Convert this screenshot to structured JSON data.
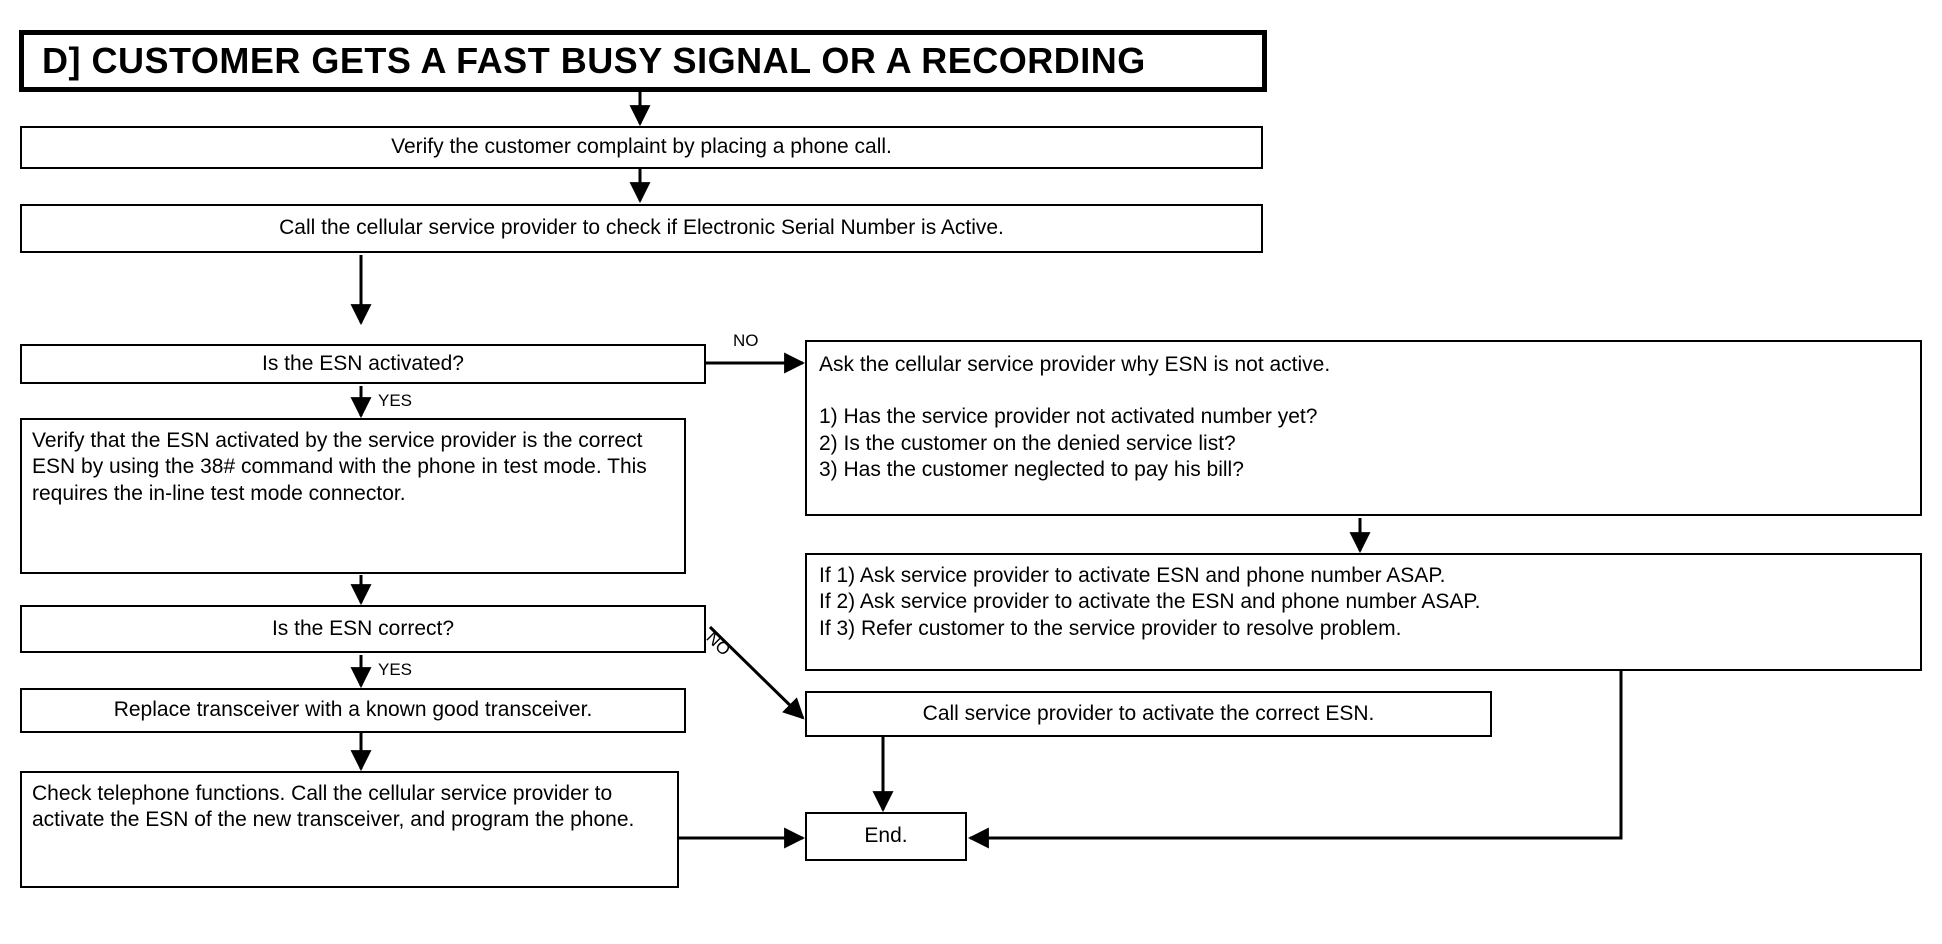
{
  "title": "D]   CUSTOMER GETS A FAST BUSY SIGNAL OR A RECORDING",
  "steps": {
    "verify_complaint": "Verify the customer complaint by placing a phone call.",
    "call_provider": "Call the cellular service provider to check if Electronic Serial Number is Active.",
    "esn_activated_q": "Is the ESN activated?",
    "verify_esn": "Verify that the ESN activated by the service provider is the correct ESN by using the 38# command with the phone in test mode. This requires the in-line test mode connector.",
    "esn_correct_q": "Is the ESN correct?",
    "replace_transceiver": "Replace transceiver with a known good transceiver.",
    "check_functions": "Check telephone functions. Call the cellular service provider to activate the ESN of the new transceiver, and program the phone.",
    "ask_provider": {
      "heading": "Ask the cellular service provider why ESN is not active.",
      "items": [
        "1) Has the service provider not activated number yet?",
        "2) Is the customer on the denied service list?",
        "3) Has the customer neglected to pay his bill?"
      ]
    },
    "if_actions": [
      "If 1) Ask service provider to activate ESN and phone number ASAP.",
      "If 2) Ask service provider to activate the ESN and phone number ASAP.",
      "If 3) Refer customer to the service provider to resolve problem."
    ],
    "activate_correct": "Call service provider to activate the correct ESN.",
    "end": "End."
  },
  "labels": {
    "no_1": "NO",
    "yes_1": "YES",
    "no_2": "NO",
    "yes_2": "YES"
  }
}
